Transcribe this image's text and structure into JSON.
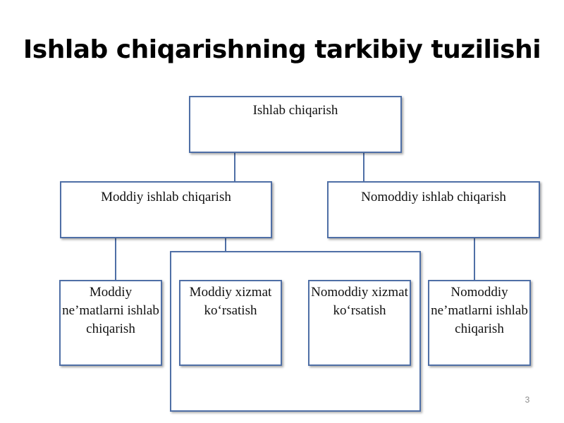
{
  "title": "Ishlab chiqarishning tarkibiy tuzilishi",
  "diagram": {
    "root": "Ishlab chiqarish",
    "branches": [
      "Moddiy ishlab chiqarish",
      "Nomoddiy ishlab chiqarish"
    ],
    "leaves": [
      "Moddiy ne’matlarni ishlab chiqarish",
      "Moddiy xizmat ko‘rsatish",
      "Nomoddiy xizmat ko‘rsatish",
      "Nomoddiy ne’matlarni ishlab chiqarish"
    ]
  },
  "page_number": "3",
  "colors": {
    "box_border": "#4f6fa6"
  }
}
